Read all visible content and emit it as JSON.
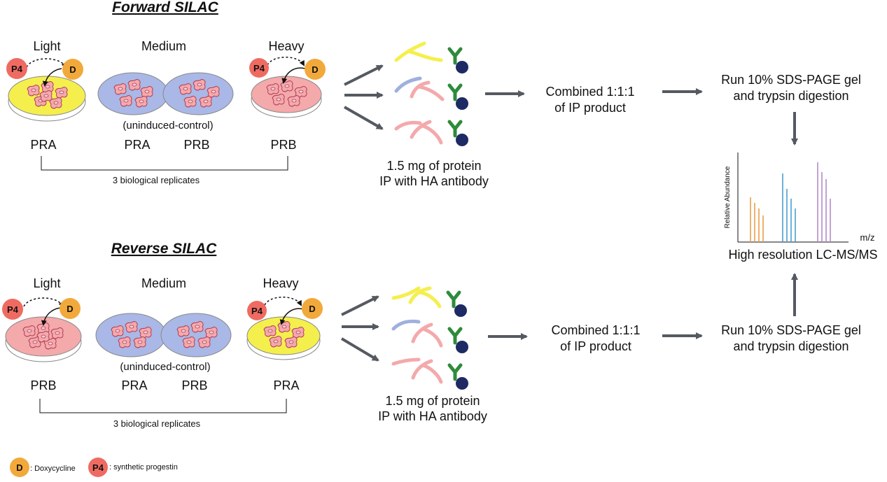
{
  "forward": {
    "title": "Forward SILAC",
    "light": "Light",
    "medium": "Medium",
    "heavy": "Heavy",
    "control_note": "(uninduced-control)",
    "iso_light": "PRA",
    "iso_med_left": "PRA",
    "iso_med_right": "PRB",
    "iso_heavy": "PRB",
    "replicates": "3 biological replicates",
    "ip_line1": "1.5 mg of protein",
    "ip_line2": "IP with HA antibody",
    "combined_line1": "Combined 1:1:1",
    "combined_line2": "of IP product",
    "gel_line1": "Run 10% SDS-PAGE gel",
    "gel_line2": "and trypsin digestion",
    "light_color": "#f5ef4d",
    "heavy_color": "#f4a9ab"
  },
  "reverse": {
    "title": "Reverse SILAC",
    "light": "Light",
    "medium": "Medium",
    "heavy": "Heavy",
    "control_note": "(uninduced-control)",
    "iso_light": "PRB",
    "iso_med_left": "PRA",
    "iso_med_right": "PRB",
    "iso_heavy": "PRA",
    "replicates": "3 biological replicates",
    "ip_line1": "1.5 mg of protein",
    "ip_line2": "IP with HA antibody",
    "combined_line1": "Combined 1:1:1",
    "combined_line2": "of IP product",
    "gel_line1": "Run 10% SDS-PAGE gel",
    "gel_line2": "and trypsin digestion",
    "light_color": "#f4a9ab",
    "heavy_color": "#f5ef4d"
  },
  "spectrum": {
    "ylabel": "Relative Abundance",
    "xlabel": "m/z",
    "caption": "High resolution LC-MS/MS",
    "group_colors": [
      "#e8a04a",
      "#4a9fd0",
      "#b48ac8"
    ]
  },
  "badges": {
    "d": "D",
    "p4": "P4"
  },
  "legend": {
    "d_text": ": Doxycycline",
    "p4_text": ": synthetic progestin"
  },
  "colors": {
    "medium_dish": "#a9b8e6",
    "badge_d": "#f2a93b",
    "badge_p4": "#ef6b62",
    "arrow": "#555a61",
    "antibody": "#2e8b3a",
    "bead": "#1e2a63",
    "frag_yellow": "#f5ef4d",
    "frag_pink": "#f4a9ab",
    "frag_blue": "#9fb0de"
  }
}
